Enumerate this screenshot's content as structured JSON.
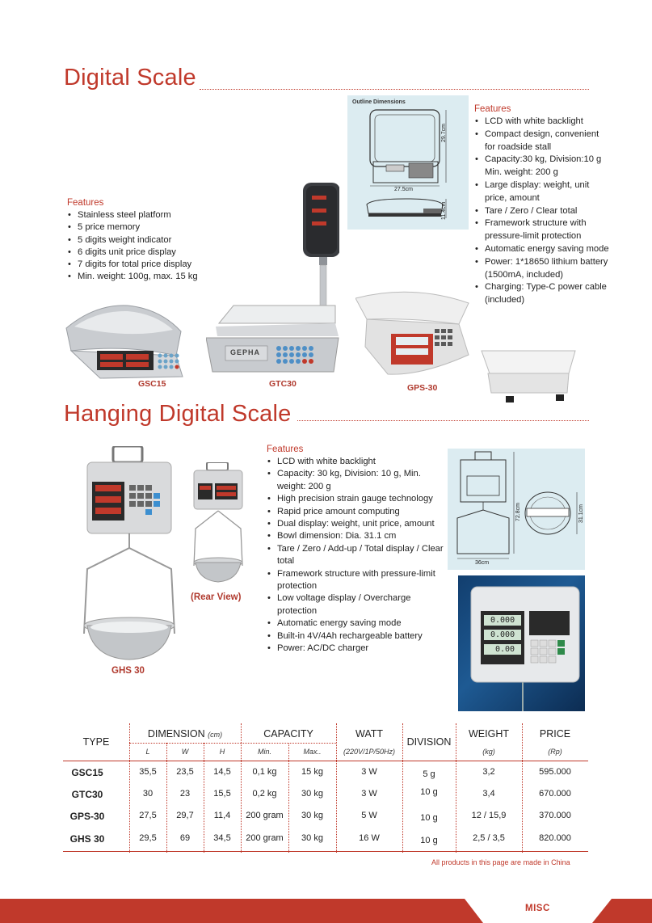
{
  "section1": {
    "title": "Digital Scale",
    "left_features": {
      "heading": "Features",
      "items": [
        "Stainless steel platform",
        "5 price memory",
        "5 digits weight indicator",
        "6 digits unit price display",
        "7 digits for total price display",
        "Min. weight: 100g, max. 15 kg"
      ]
    },
    "right_features": {
      "heading": "Features",
      "items": [
        "LCD with white backlight",
        "Compact design, convenient for roadside stall",
        "Capacity:30 kg, Division:10 g Min. weight:  200 g",
        "Large display:  weight,  unit price,  amount",
        "Tare / Zero / Clear total",
        "Framework structure with pressure-limit protection",
        "Automatic energy saving mode",
        "Power: 1*18650 lithium battery (1500mA, included)",
        "Charging: Type-C power cable (included)"
      ]
    },
    "outline": {
      "title": "Outline Dimensions",
      "h1": "29.7cm",
      "w": "27.5cm",
      "h2": "11.4cm"
    },
    "labels": {
      "gsc15": "GSC15",
      "gtc30": "GTC30",
      "gps30": "GPS-30"
    },
    "brand": "GEPHA"
  },
  "section2": {
    "title": "Hanging Digital Scale",
    "features": {
      "heading": "Features",
      "items": [
        "LCD with white backlight",
        "Capacity:  30 kg, Division:  10 g, Min. weight:  200 g",
        "High precision strain gauge technology",
        "Rapid price amount computing",
        "Dual display:  weight,  unit price, amount",
        "Bowl dimension:  Dia. 31.1 cm",
        "Tare / Zero / Add-up / Total display / Clear total",
        "Framework structure with pressure-limit protection",
        "Low voltage display / Overcharge protection",
        "Automatic energy saving mode",
        "Built-in 4V/4Ah rechargeable battery",
        "Power:  AC/DC charger"
      ]
    },
    "labels": {
      "ghs30": "GHS 30",
      "rear": "(Rear View)"
    },
    "dims": {
      "h": "72.8cm",
      "w": "36cm",
      "d": "31.1cm"
    },
    "lcd": [
      "0.000",
      "0.000",
      "0.00"
    ]
  },
  "table": {
    "headers": {
      "type": "TYPE",
      "dimension": "DIMENSION",
      "dimension_unit": "(cm)",
      "capacity": "CAPACITY",
      "watt": "WATT",
      "watt_sub": "(220V/1P/50Hz)",
      "division": "DIVISION",
      "weight": "WEIGHT",
      "weight_sub": "(kg)",
      "price": "PRICE",
      "price_sub": "(Rp)",
      "l": "L",
      "w": "W",
      "h": "H",
      "min": "Min.",
      "max": "Max.."
    },
    "rows": [
      {
        "type": "GSC15",
        "l": "35,5",
        "w": "23,5",
        "h": "14,5",
        "min": "0,1 kg",
        "max": "15 kg",
        "watt": "3 W",
        "weight": "3,2",
        "price": "595.000"
      },
      {
        "type": "GTC30",
        "l": "30",
        "w": "23",
        "h": "15,5",
        "min": "0,2 kg",
        "max": "30 kg",
        "watt": "3 W",
        "weight": "3,4",
        "price": "670.000"
      },
      {
        "type": "GPS-30",
        "l": "27,5",
        "w": "29,7",
        "h": "11,4",
        "min": "200 gram",
        "max": "30 kg",
        "watt": "5 W",
        "weight": "12 / 15,9",
        "price": "370.000"
      },
      {
        "type": "GHS 30",
        "l": "29,5",
        "w": "69",
        "h": "34,5",
        "min": "200 gram",
        "max": "30 kg",
        "watt": "16 W",
        "weight": "2,5 / 3,5",
        "price": "820.000"
      }
    ],
    "divisions": [
      "5 g",
      "10 g",
      "10 g",
      "10 g"
    ],
    "note": "All products in this page are made in China"
  },
  "footer": {
    "label": "MISC"
  },
  "colors": {
    "accent": "#c0392b",
    "footer": "#c0392b"
  }
}
